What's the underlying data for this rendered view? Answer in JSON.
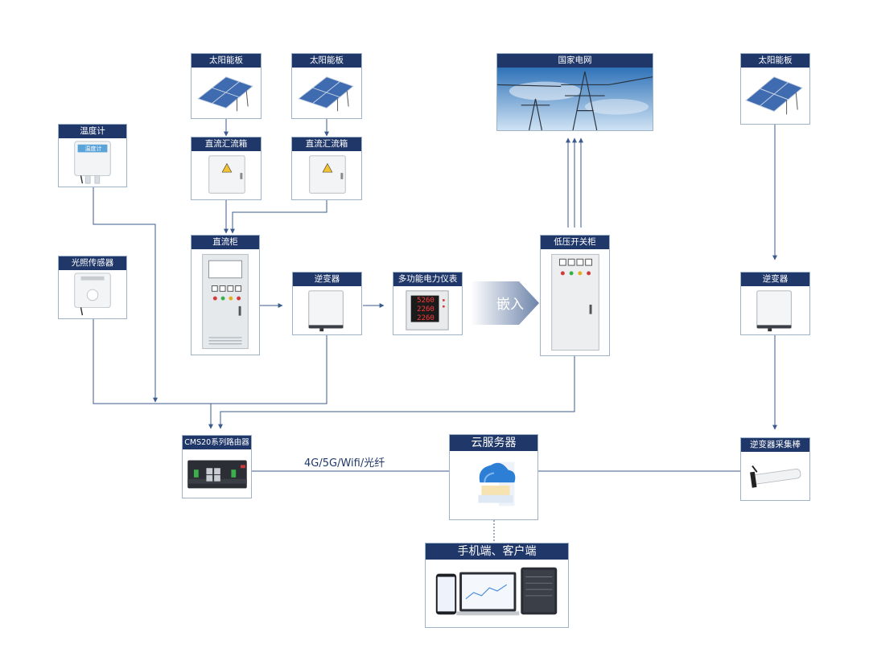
{
  "nodes": {
    "solar_1": {
      "title": "太阳能板"
    },
    "solar_2": {
      "title": "太阳能板"
    },
    "solar_3": {
      "title": "太阳能板"
    },
    "grid": {
      "title": "国家电网"
    },
    "thermometer": {
      "title": "温度计",
      "screen_label": "温度计"
    },
    "combiner_1": {
      "title": "直流汇流箱"
    },
    "combiner_2": {
      "title": "直流汇流箱"
    },
    "dc_cabinet": {
      "title": "直流柜"
    },
    "light_sensor": {
      "title": "光照传感器"
    },
    "inverter_1": {
      "title": "逆变器"
    },
    "meter": {
      "title": "多功能电力仪表",
      "readings": [
        "5260",
        "2260",
        "2260"
      ]
    },
    "lv_cabinet": {
      "title": "低压开关柜"
    },
    "inverter_2": {
      "title": "逆变器"
    },
    "router": {
      "title": "CMS20系列路由器"
    },
    "cloud": {
      "title": "云服务器"
    },
    "collector": {
      "title": "逆变器采集棒"
    },
    "clients": {
      "title": "手机端、客户端"
    }
  },
  "labels": {
    "embed": "嵌入",
    "network": "4G/5G/Wifi/光纤"
  },
  "colors": {
    "header": "#1f3769",
    "line": "#3b5b8c",
    "border": "#9fb3c8"
  }
}
